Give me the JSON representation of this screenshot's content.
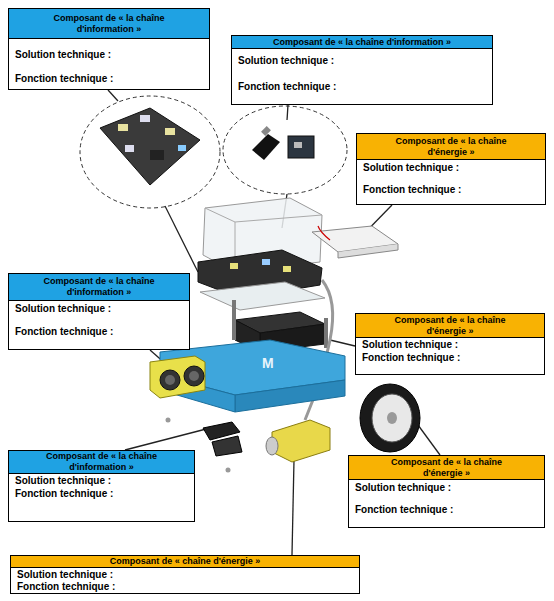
{
  "diagram": {
    "nodes": [
      {
        "text": [
          "Composant de « la chaîne d'information »",
          "Solution technique :",
          "Fonction technique :"
        ]
      },
      {
        "text": [
          "Composant de « la chaîne d'information »",
          "Solution technique :",
          "Fonction technique :"
        ]
      },
      {
        "text": [
          "Composant de « la chaîne d'énergie »",
          "Solution technique :",
          "Fonction technique :"
        ]
      },
      {
        "text": [
          "Composant de « la chaîne d'information »",
          "Solution technique :",
          "Fonction technique :"
        ]
      },
      {
        "text": [
          "Composant de « la chaîne d'énergie »",
          "Solution technique :",
          "Fonction technique :"
        ]
      },
      {
        "text": [
          "Composant de « la chaîne d'information »",
          "Solution technique :",
          "Fonction technique :"
        ]
      },
      {
        "text": [
          "Composant de « la chaîne d'énergie »",
          "Solution technique :",
          "Fonction technique :"
        ]
      },
      {
        "text": [
          "Composant de « chaîne d'énergie »",
          "Solution technique :",
          "Fonction technique :"
        ]
      }
    ],
    "labels": [
      "M"
    ]
  }
}
